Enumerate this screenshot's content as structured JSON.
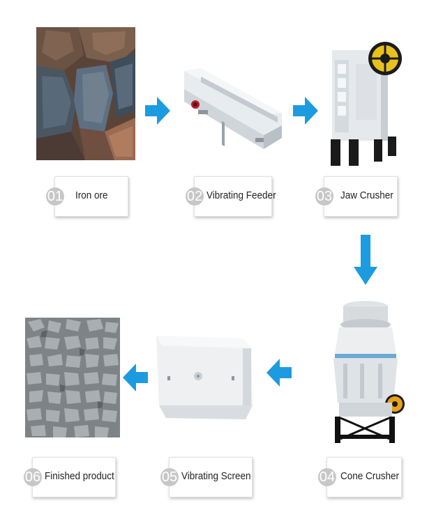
{
  "flow": {
    "accent_arrow_color": "#1d9be0",
    "steps": [
      {
        "num": "01",
        "label": "Iron ore",
        "icon": "iron-ore-rocks"
      },
      {
        "num": "02",
        "label": "Vibrating Feeder",
        "icon": "vibrating-feeder-machine"
      },
      {
        "num": "03",
        "label": "Jaw Crusher",
        "icon": "jaw-crusher-machine"
      },
      {
        "num": "04",
        "label": "Cone Crusher",
        "icon": "cone-crusher-machine"
      },
      {
        "num": "05",
        "label": "Vibrating Screen",
        "icon": "vibrating-screen-machine"
      },
      {
        "num": "06",
        "label": "Finished product",
        "icon": "crushed-stone-gravel"
      }
    ]
  }
}
